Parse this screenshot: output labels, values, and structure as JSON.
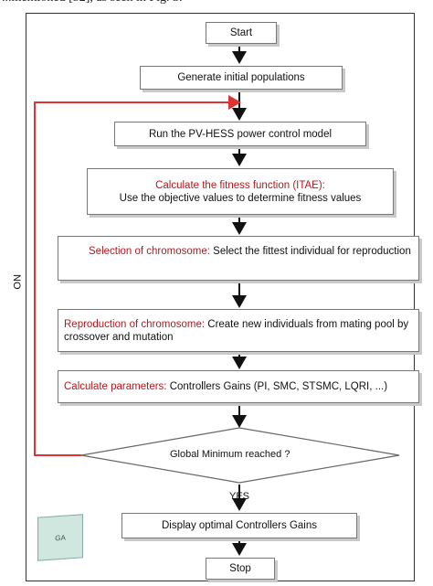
{
  "caption": "...mentioned [52], as seen in Fig. 3.",
  "steps": {
    "start": "Start",
    "generate": "Generate initial populations",
    "run": "Run the PV-HESS power control model",
    "fitness_red": "Calculate the fitness function (ITAE):",
    "fitness_black": "Use the objective values to determine fitness values",
    "selection_red": "Selection of chromosome:",
    "selection_black": " Select the fittest individual for reproduction",
    "reproduction_red": "Reproduction of chromosome:",
    "reproduction_black": " Create new individuals from mating pool by crossover and mutation",
    "parameters_red": "Calculate parameters:",
    "parameters_black": " Controllers Gains (PI, SMC, STSMC, LQRI, ...)",
    "decision": "Global Minimum reached ?",
    "display": "Display optimal Controllers Gains",
    "stop": "Stop"
  },
  "branches": {
    "yes": "YES",
    "no": "NO"
  },
  "badge": "GA",
  "colors": {
    "accent_red": "#b3191e",
    "loop_line": "#d33"
  }
}
